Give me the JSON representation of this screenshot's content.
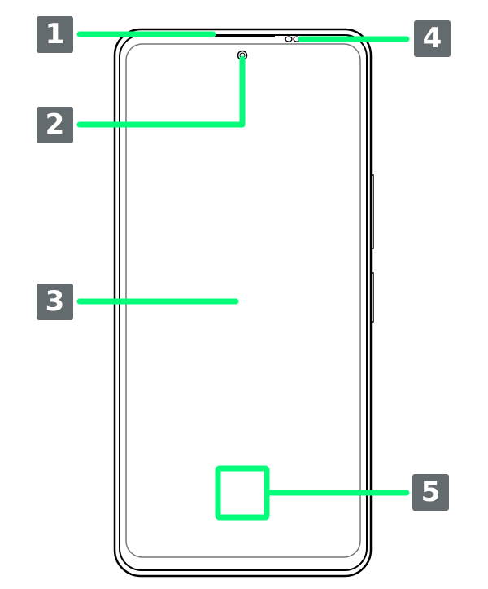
{
  "colors": {
    "callout": "#05fb7a",
    "badge": "#646b6e",
    "outline": "#000000"
  },
  "callouts": [
    {
      "number": "1",
      "target": "earpiece-slot"
    },
    {
      "number": "2",
      "target": "front-camera"
    },
    {
      "number": "3",
      "target": "display"
    },
    {
      "number": "4",
      "target": "sensor"
    },
    {
      "number": "5",
      "target": "fingerprint-sensor"
    }
  ]
}
